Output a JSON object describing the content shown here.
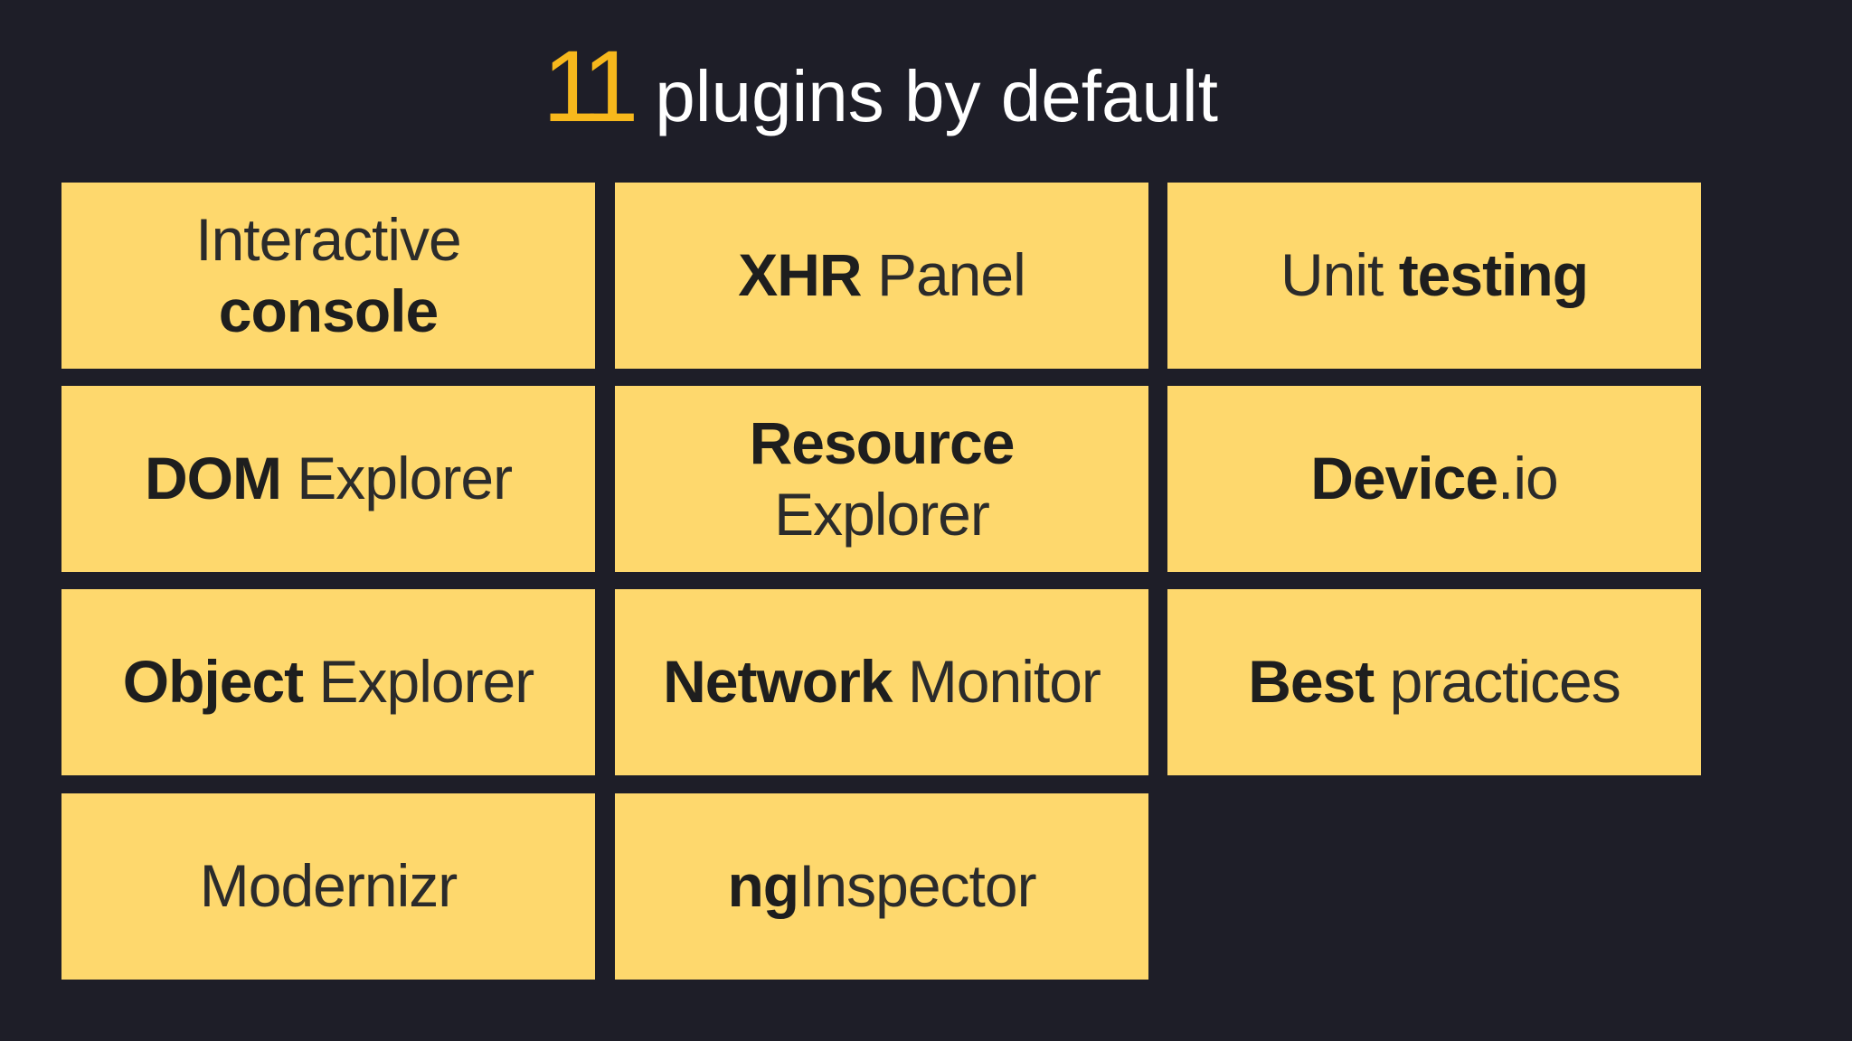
{
  "title": {
    "number": "11",
    "text": "plugins by default"
  },
  "colors": {
    "background": "#1e1e28",
    "accent": "#f7b81c",
    "tile": "#fed86d",
    "tile_text": "#1e1e1e"
  },
  "tiles": [
    {
      "line1_light": "Interactive",
      "line2_bold": "console"
    },
    {
      "bold": "XHR",
      "light": "Panel"
    },
    {
      "light": "Unit",
      "bold": "testing"
    },
    {
      "bold": "DOM",
      "light": "Explorer"
    },
    {
      "line1_bold": "Resource",
      "line2_light": "Explorer"
    },
    {
      "bold": "Device",
      "light": ".io"
    },
    {
      "bold": "Object",
      "light": "Explorer"
    },
    {
      "bold": "Network",
      "light": "Monitor"
    },
    {
      "bold": "Best",
      "light": "practices"
    },
    {
      "light": "Modernizr"
    },
    {
      "bold": "ng",
      "light": "Inspector"
    }
  ]
}
